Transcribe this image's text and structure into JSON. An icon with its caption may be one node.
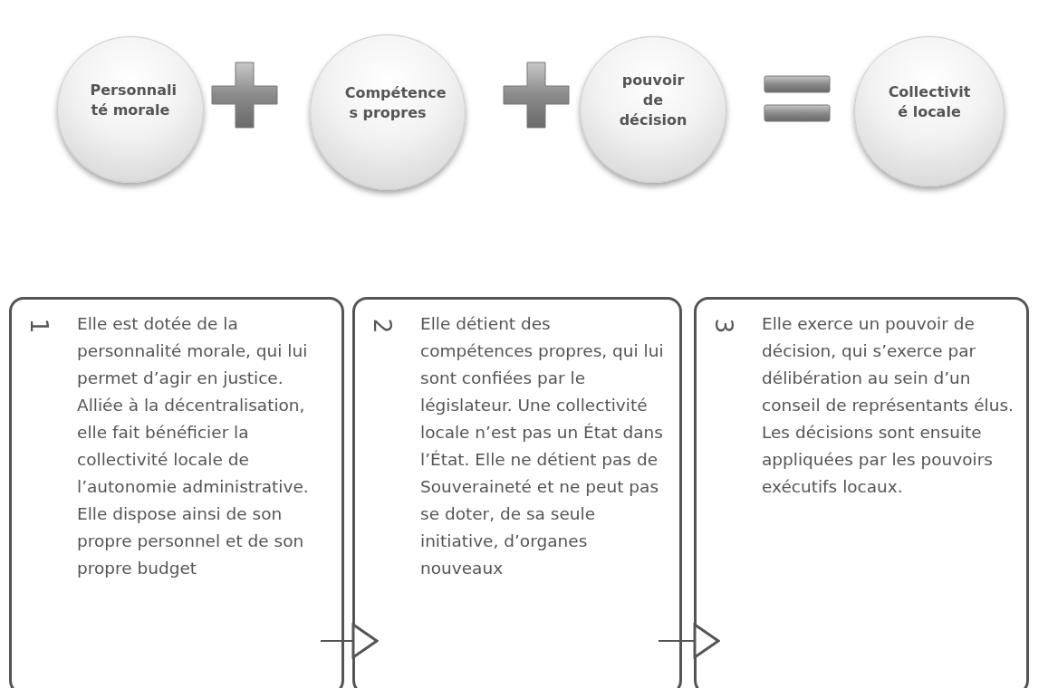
{
  "diagram": {
    "nodes": [
      {
        "text": [
          "Personnali té morale"
        ]
      },
      {
        "text": [
          "Compétence s propres"
        ]
      },
      {
        "text": [
          "pouvoir de décision"
        ]
      },
      {
        "text": [
          "Collectivit é locale"
        ]
      },
      {
        "text": [
          "1",
          "Elle est dotée de la personnalité morale, qui lui permet d’agir en justice. Alliée à la décentralisation, elle fait bénéficier la collectivité locale de l’autonomie administrative. Elle dispose ainsi de son propre personnel et de son propre budget"
        ]
      },
      {
        "text": [
          "2",
          "Elle détient des compétences propres, qui lui sont confiées par le législateur. Une collectivité locale n’est pas un État dans l’État. Elle ne détient pas de Souveraineté et ne peut pas se doter, de sa seule initiative, d’organes nouveaux"
        ]
      },
      {
        "text": [
          "3",
          "Elle exerce un pouvoir de décision, qui s’exerce par délibération au sein d’un conseil de représentants élus. Les décisions sont ensuite appliquées par les pouvoirs exécutifs locaux."
        ]
      }
    ],
    "edges": [
      {
        "from": 4,
        "to": 5,
        "arrow": "to"
      },
      {
        "from": 5,
        "to": 6,
        "arrow": "to"
      }
    ]
  }
}
